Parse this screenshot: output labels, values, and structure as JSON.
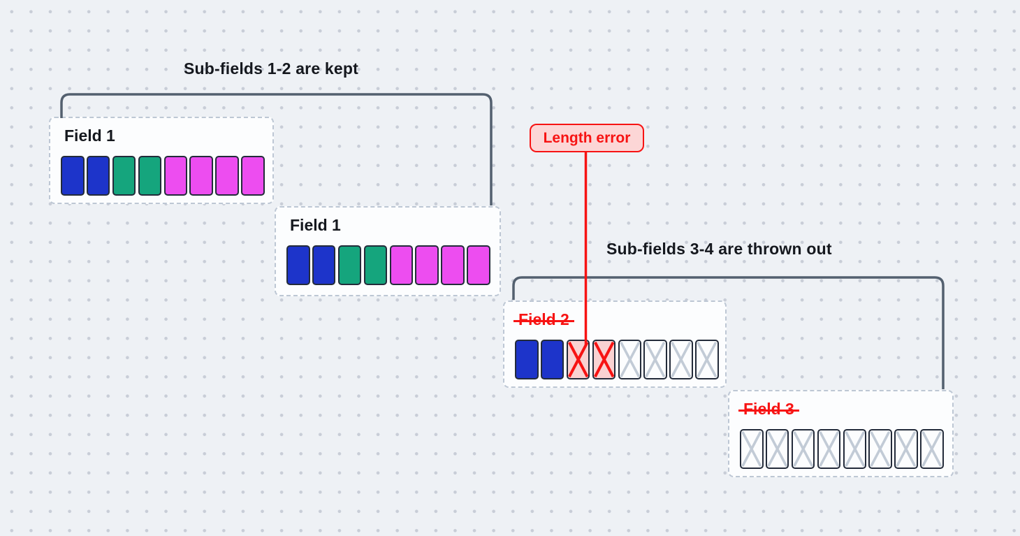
{
  "annotations": {
    "kept_label": "Sub-fields 1-2 are kept",
    "discard_label": "Sub-fields 3-4 are thrown out",
    "error_label": "Length error"
  },
  "cards": [
    {
      "title": "Field 1",
      "struck": false,
      "blocks": [
        "blue",
        "blue",
        "green",
        "green",
        "magenta",
        "magenta",
        "magenta",
        "magenta"
      ]
    },
    {
      "title": "Field 1",
      "struck": false,
      "blocks": [
        "blue",
        "blue",
        "green",
        "green",
        "magenta",
        "magenta",
        "magenta",
        "magenta"
      ]
    },
    {
      "title": "Field 2",
      "struck": true,
      "blocks": [
        "blue",
        "blue",
        "error",
        "error",
        "empty",
        "empty",
        "empty",
        "empty"
      ]
    },
    {
      "title": "Field 3",
      "struck": true,
      "blocks": [
        "empty",
        "empty",
        "empty",
        "empty",
        "empty",
        "empty",
        "empty",
        "empty"
      ]
    }
  ],
  "colors": {
    "background": "#eef1f5",
    "dot": "#c8cdd7",
    "card_bg": "#fcfdfe",
    "card_border": "#bdc7d4",
    "block_border": "#232b3a",
    "blue": "#1d34ca",
    "green": "#15a57d",
    "magenta": "#ed4df0",
    "red": "#f71313",
    "error_badge_bg": "#fcd6d6",
    "error_block_bg": "#f9d2d2",
    "empty_x": "#c2cbd6",
    "connector": "#53606f",
    "text": "#15181e"
  }
}
